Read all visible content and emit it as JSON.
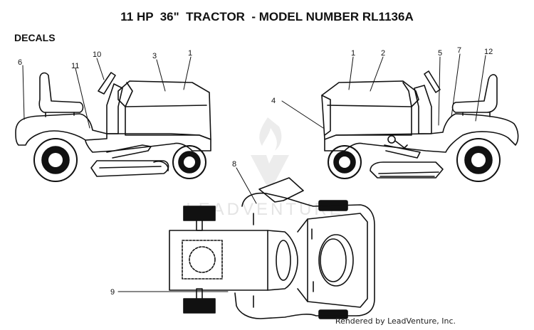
{
  "title": "11 HP  36\"  TRACTOR  - MODEL NUMBER RL1136A",
  "section_label": "DECALS",
  "credit": "Rendered by LeadVenture, Inc.",
  "watermark": "LEADVENTURE",
  "callouts": {
    "left_view": [
      "6",
      "11",
      "10",
      "3",
      "1"
    ],
    "right_view": [
      "1",
      "2",
      "5",
      "7",
      "12",
      "4"
    ],
    "top_view": [
      "8",
      "9"
    ]
  }
}
